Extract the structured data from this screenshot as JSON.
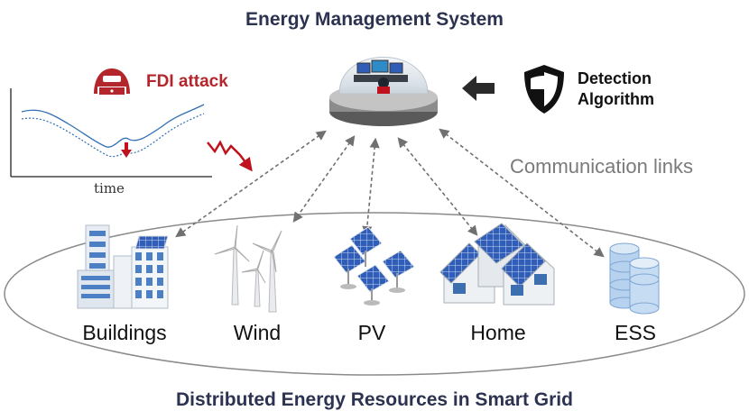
{
  "header": {
    "title": "Energy Management System"
  },
  "footer": {
    "title": "Distributed Energy Resources in Smart Grid"
  },
  "attack": {
    "label": "FDI attack",
    "axis_label": "time"
  },
  "detection": {
    "line1": "Detection",
    "line2": "Algorithm"
  },
  "links": {
    "label": "Communication links"
  },
  "resources": [
    {
      "label": "Buildings",
      "icon": "buildings-icon"
    },
    {
      "label": "Wind",
      "icon": "wind-turbine-icon"
    },
    {
      "label": "PV",
      "icon": "solar-panel-icon"
    },
    {
      "label": "Home",
      "icon": "house-icon"
    },
    {
      "label": "ESS",
      "icon": "battery-storage-icon"
    }
  ],
  "colors": {
    "title": "#2c3350",
    "attack": "#b3262c",
    "link_arrows": "#707070",
    "solar_blue": "#2f5db7",
    "building_blue": "#4d7fc4"
  }
}
